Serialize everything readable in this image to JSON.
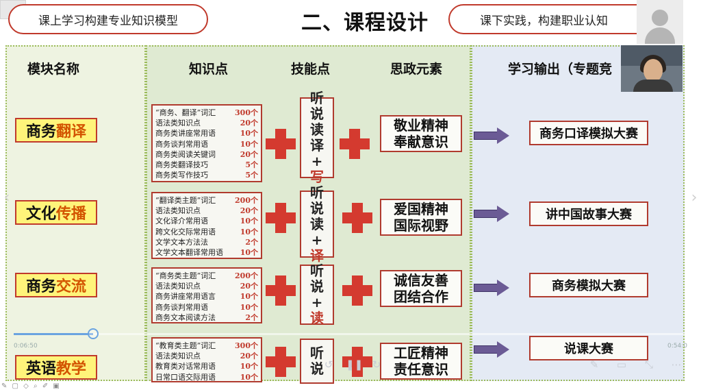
{
  "header": {
    "left_pill": "课上学习构建专业知识模型",
    "title": "二、课程设计",
    "right_pill": "课下实践，构建职业认知"
  },
  "columns": {
    "module": "模块名称",
    "knowledge": "知识点",
    "skill": "技能点",
    "ideology": "思政元素",
    "output": "学习输出（专题竞"
  },
  "rows": [
    {
      "module_a": "商务",
      "module_b": "翻译",
      "knowledge": [
        {
          "label": "“商务、翻译”词汇",
          "num": "300个"
        },
        {
          "label": "语法类知识点",
          "num": "20个"
        },
        {
          "label": "商务类讲座常用语",
          "num": "10个"
        },
        {
          "label": "商务谈判常用语",
          "num": "10个"
        },
        {
          "label": "商务类阅读关键词",
          "num": "20个"
        },
        {
          "label": "商务类翻译技巧",
          "num": "5个"
        },
        {
          "label": "商务类写作技巧",
          "num": "5个"
        }
      ],
      "skill_main": [
        "听",
        "说",
        "读",
        "译",
        "+"
      ],
      "skill_red": "写",
      "values": [
        "敬业精神",
        "奉献意识"
      ],
      "output": "商务口译模拟大赛"
    },
    {
      "module_a": "文化",
      "module_b": "传播",
      "knowledge": [
        {
          "label": "“翻译类主题”词汇",
          "num": "200个"
        },
        {
          "label": "语法类知识点",
          "num": "20个"
        },
        {
          "label": "文化译介常用语",
          "num": "10个"
        },
        {
          "label": "跨文化交际常用语",
          "num": "10个"
        },
        {
          "label": "文学文本方法法",
          "num": "2个"
        },
        {
          "label": "文学文本翻译常用语",
          "num": "10个"
        }
      ],
      "skill_main": [
        "听",
        "说",
        "读",
        "+"
      ],
      "skill_red": "译",
      "values": [
        "爱国精神",
        "国际视野"
      ],
      "output": "讲中国故事大赛"
    },
    {
      "module_a": "商务",
      "module_b": "交流",
      "knowledge": [
        {
          "label": "“商务类主题”词汇",
          "num": "200个"
        },
        {
          "label": "语法类知识点",
          "num": "20个"
        },
        {
          "label": "商务讲座常用语言",
          "num": "10个"
        },
        {
          "label": "商务谈判常用语",
          "num": "10个"
        },
        {
          "label": "商务文本阅读方法",
          "num": "2个"
        }
      ],
      "skill_main": [
        "听",
        "说",
        "+"
      ],
      "skill_red": "读",
      "values": [
        "诚信友善",
        "团结合作"
      ],
      "output": "商务模拟大赛"
    },
    {
      "module_a": "英语",
      "module_b": "教学",
      "knowledge": [
        {
          "label": "“教育类主题”词汇",
          "num": "300个"
        },
        {
          "label": "语法类知识点",
          "num": "20个"
        },
        {
          "label": "教育类对话常用语",
          "num": "10个"
        },
        {
          "label": "日常口语交际用语",
          "num": "10个"
        }
      ],
      "skill_main": [
        "听",
        "说"
      ],
      "skill_red": "",
      "values": [
        "工匠精神",
        "责任意识"
      ],
      "output": "说课大赛"
    }
  ],
  "player": {
    "current_time": "0:06:50",
    "total_time": "0:54:0",
    "progress_fraction": 0.117,
    "prev_glyph": "‹",
    "next_glyph": "›"
  },
  "colors": {
    "accent_red": "#c0392b",
    "module_yellow": "#fff47a",
    "arrow_purple": "#6b5b95",
    "panel_green": "#dfead2"
  }
}
